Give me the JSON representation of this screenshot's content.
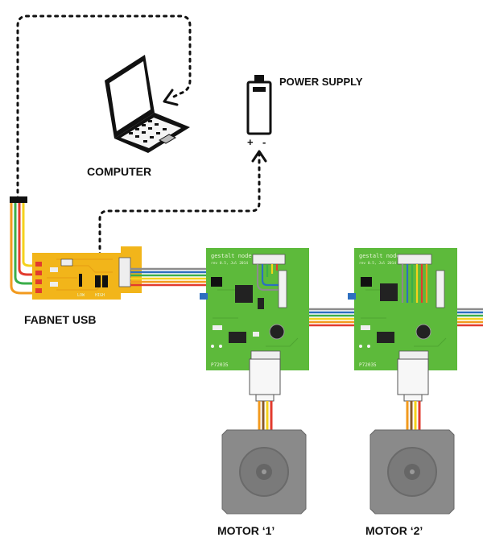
{
  "labels": {
    "computer": "COMPUTER",
    "power_supply": "POWER SUPPLY",
    "fabnet_usb": "FABNET USB",
    "motor_1": "MOTOR ‘1’",
    "motor_2": "MOTOR ‘2’"
  },
  "power_polarity": {
    "plus": "+",
    "minus": "-"
  },
  "fabnet_board": {
    "silk_low": "LOW",
    "silk_high": "HIGH"
  },
  "gestalt_nodes": [
    {
      "title": "gestalt node",
      "subtitle": "rev 0.5, Jul 2014",
      "part": "P72035"
    },
    {
      "title": "gestalt node",
      "subtitle": "rev 0.5, Jul 2014",
      "part": "P72035"
    }
  ],
  "colors": {
    "pcb_green": "#5dba3b",
    "fabnet_yellow": "#f2b51a",
    "motor_gray": "#8a8a8a",
    "wire_red": "#e23b2e",
    "wire_orange": "#f29a1e",
    "wire_yellow": "#f5d21c",
    "wire_green": "#3bae4a",
    "wire_blue": "#2d6fc0",
    "wire_gray": "#8c8c8c"
  },
  "icons": [
    "laptop-icon",
    "battery-icon"
  ]
}
